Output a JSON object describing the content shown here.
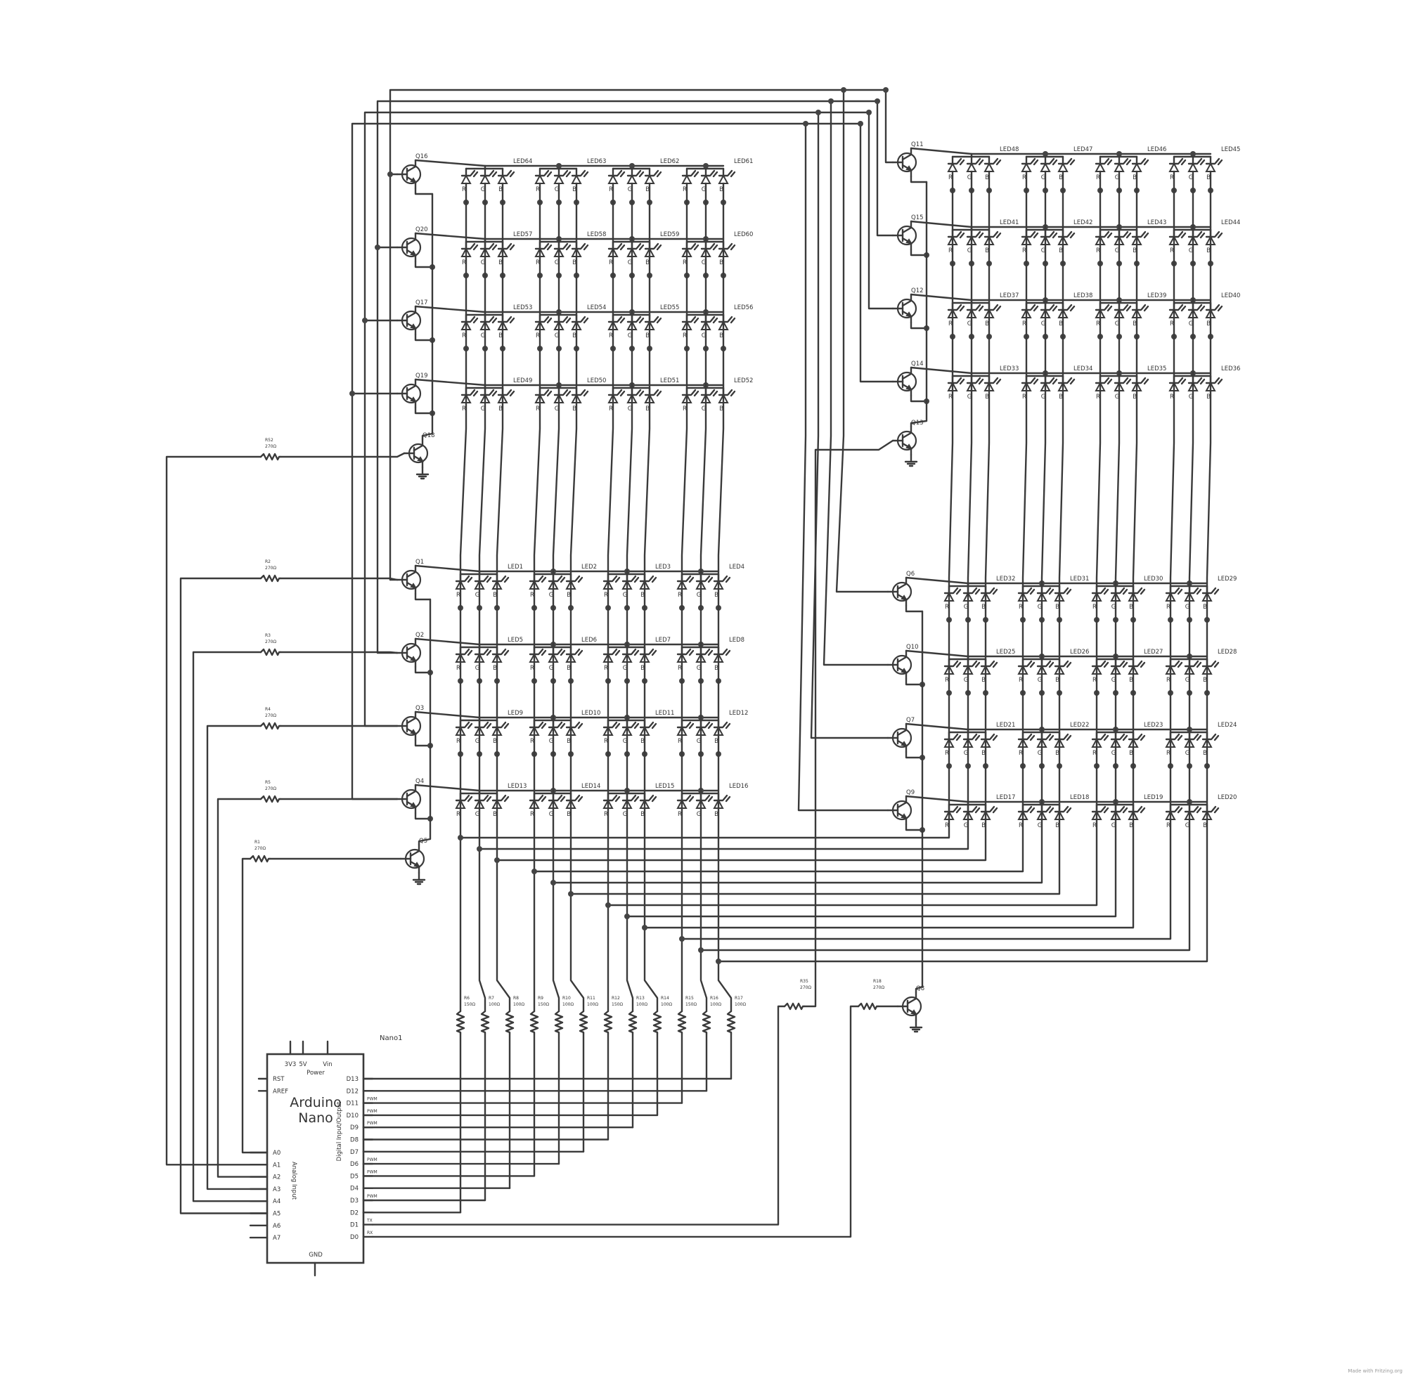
{
  "credit": "Made with Fritzing.org",
  "channels": [
    "R",
    "G",
    "B"
  ],
  "matrices": [
    {
      "name": "top-left",
      "rows": [
        {
          "q": "Q16",
          "leds": [
            "LED64",
            "LED63",
            "LED62",
            "LED61"
          ]
        },
        {
          "q": "Q20",
          "leds": [
            "LED57",
            "LED58",
            "LED59",
            "LED60"
          ]
        },
        {
          "q": "Q17",
          "leds": [
            "LED53",
            "LED54",
            "LED55",
            "LED56"
          ]
        },
        {
          "q": "Q19",
          "leds": [
            "LED49",
            "LED50",
            "LED51",
            "LED52"
          ]
        }
      ]
    },
    {
      "name": "bottom-left",
      "rows": [
        {
          "q": "Q1",
          "leds": [
            "LED1",
            "LED2",
            "LED3",
            "LED4"
          ]
        },
        {
          "q": "Q2",
          "leds": [
            "LED5",
            "LED6",
            "LED7",
            "LED8"
          ]
        },
        {
          "q": "Q3",
          "leds": [
            "LED9",
            "LED10",
            "LED11",
            "LED12"
          ]
        },
        {
          "q": "Q4",
          "leds": [
            "LED13",
            "LED14",
            "LED15",
            "LED16"
          ]
        }
      ]
    },
    {
      "name": "top-right",
      "rows": [
        {
          "q": "Q11",
          "leds": [
            "LED48",
            "LED47",
            "LED46",
            "LED45"
          ]
        },
        {
          "q": "Q15",
          "leds": [
            "LED41",
            "LED42",
            "LED43",
            "LED44"
          ]
        },
        {
          "q": "Q12",
          "leds": [
            "LED37",
            "LED38",
            "LED39",
            "LED40"
          ]
        },
        {
          "q": "Q14",
          "leds": [
            "LED33",
            "LED34",
            "LED35",
            "LED36"
          ]
        }
      ]
    },
    {
      "name": "bottom-right",
      "rows": [
        {
          "q": "Q6",
          "leds": [
            "LED32",
            "LED31",
            "LED30",
            "LED29"
          ]
        },
        {
          "q": "Q10",
          "leds": [
            "LED25",
            "LED26",
            "LED27",
            "LED28"
          ]
        },
        {
          "q": "Q7",
          "leds": [
            "LED21",
            "LED22",
            "LED23",
            "LED24"
          ]
        },
        {
          "q": "Q9",
          "leds": [
            "LED17",
            "LED18",
            "LED19",
            "LED20"
          ]
        }
      ]
    }
  ],
  "drivers": {
    "top_left": "Q18",
    "bottom_left": "Q5",
    "top_right": "Q13",
    "bottom_right": "Q8"
  },
  "base_resistors": [
    {
      "name": "R52",
      "value": "270Ω"
    },
    {
      "name": "R2",
      "value": "270Ω"
    },
    {
      "name": "R3",
      "value": "270Ω"
    },
    {
      "name": "R4",
      "value": "270Ω"
    },
    {
      "name": "R5",
      "value": "270Ω"
    },
    {
      "name": "R1",
      "value": "270Ω"
    },
    {
      "name": "R35",
      "value": "270Ω"
    },
    {
      "name": "R18",
      "value": "270Ω"
    }
  ],
  "column_resistors": [
    {
      "name": "R6",
      "value": "150Ω"
    },
    {
      "name": "R7",
      "value": "100Ω"
    },
    {
      "name": "R8",
      "value": "100Ω"
    },
    {
      "name": "R9",
      "value": "150Ω"
    },
    {
      "name": "R10",
      "value": "100Ω"
    },
    {
      "name": "R11",
      "value": "100Ω"
    },
    {
      "name": "R12",
      "value": "150Ω"
    },
    {
      "name": "R13",
      "value": "100Ω"
    },
    {
      "name": "R14",
      "value": "100Ω"
    },
    {
      "name": "R15",
      "value": "150Ω"
    },
    {
      "name": "R16",
      "value": "100Ω"
    },
    {
      "name": "R17",
      "value": "100Ω"
    }
  ],
  "arduino": {
    "ref": "Nano1",
    "title_line1": "Arduino",
    "title_line2": "Nano",
    "power_pins": [
      "3V3",
      "5V",
      "Vin"
    ],
    "power_label": "Power",
    "left_top_pins": [
      "RST",
      "AREF"
    ],
    "analog_pins": [
      "A0",
      "A1",
      "A2",
      "A3",
      "A4",
      "A5",
      "A6",
      "A7"
    ],
    "analog_label": "Analog Input",
    "digital_pins": [
      "D13",
      "D12",
      "D11",
      "D10",
      "D9",
      "D8",
      "D7",
      "D6",
      "D5",
      "D4",
      "D3",
      "D2",
      "D1",
      "D0"
    ],
    "digital_label": "Digital Input/Output",
    "pin_notes": [
      "",
      "",
      "PWM",
      "PWM",
      "PWM",
      "",
      "",
      "PWM",
      "PWM",
      "",
      "PWM",
      "",
      "TX",
      "RX"
    ],
    "gnd_label": "GND"
  }
}
